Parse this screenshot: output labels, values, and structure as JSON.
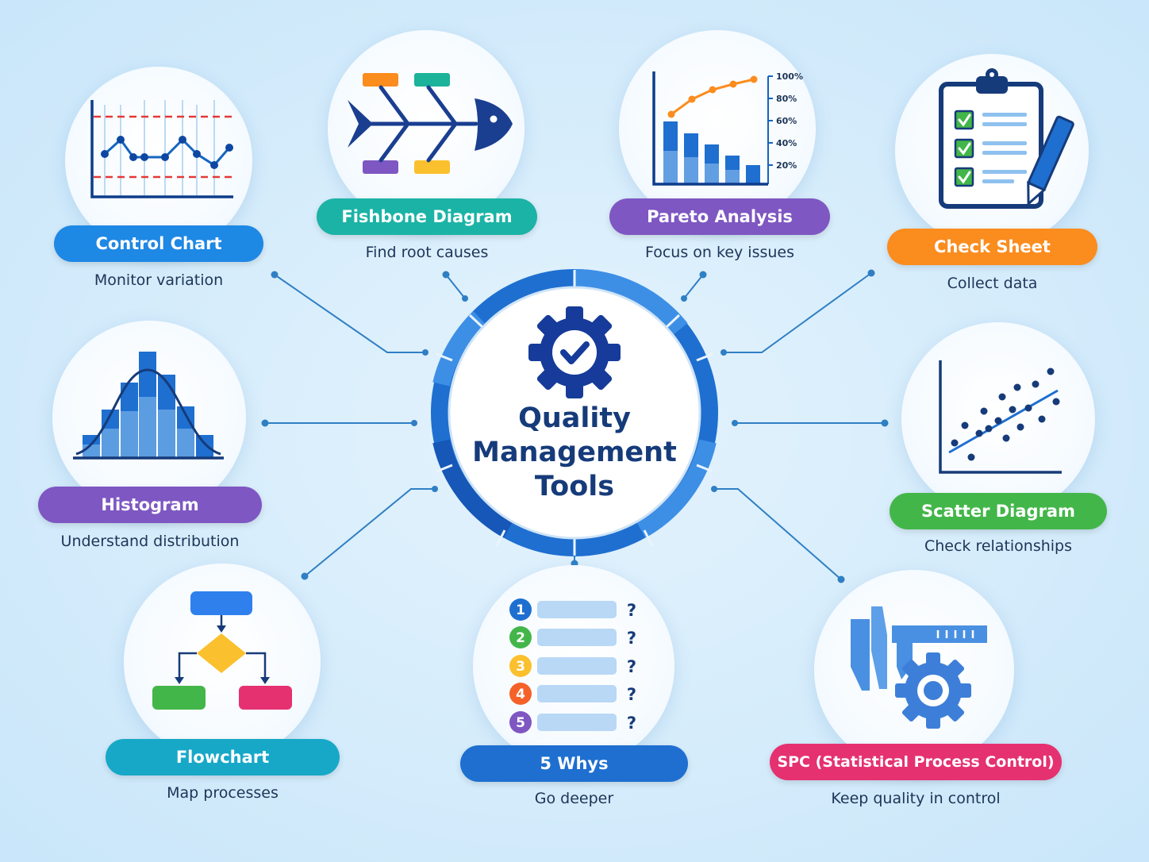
{
  "center": {
    "title_lines": [
      "Quality",
      "Management",
      "Tools"
    ],
    "icon": "gear-check-icon"
  },
  "tools": [
    {
      "id": "control-chart",
      "label": "Control Chart",
      "desc": "Monitor variation",
      "color": "#1e88e5",
      "icon": "control-chart-icon"
    },
    {
      "id": "fishbone-diagram",
      "label": "Fishbone Diagram",
      "desc": "Find root causes",
      "color": "#1bb3a6",
      "icon": "fishbone-icon"
    },
    {
      "id": "pareto-analysis",
      "label": "Pareto Analysis",
      "desc": "Focus on key issues",
      "color": "#7e57c2",
      "icon": "pareto-chart-icon",
      "axis_ticks": [
        "100%",
        "80%",
        "60%",
        "40%",
        "20%"
      ]
    },
    {
      "id": "check-sheet",
      "label": "Check Sheet",
      "desc": "Collect data",
      "color": "#fb8c1e",
      "icon": "clipboard-checklist-icon"
    },
    {
      "id": "histogram",
      "label": "Histogram",
      "desc": "Understand distribution",
      "color": "#7e57c2",
      "icon": "histogram-icon"
    },
    {
      "id": "scatter-diagram",
      "label": "Scatter Diagram",
      "desc": "Check relationships",
      "color": "#43b649",
      "icon": "scatter-plot-icon"
    },
    {
      "id": "flowchart",
      "label": "Flowchart",
      "desc": "Map processes",
      "color": "#17a8c8",
      "icon": "flowchart-icon"
    },
    {
      "id": "five-whys",
      "label": "5 Whys",
      "desc": "Go deeper",
      "color": "#1e6fd0",
      "icon": "numbered-questions-icon",
      "steps": [
        "1",
        "2",
        "3",
        "4",
        "5"
      ],
      "mark": "?"
    },
    {
      "id": "spc",
      "label": "SPC (Statistical Process Control)",
      "desc": "Keep quality in control",
      "color": "#e53170",
      "icon": "caliper-gear-icon"
    }
  ]
}
